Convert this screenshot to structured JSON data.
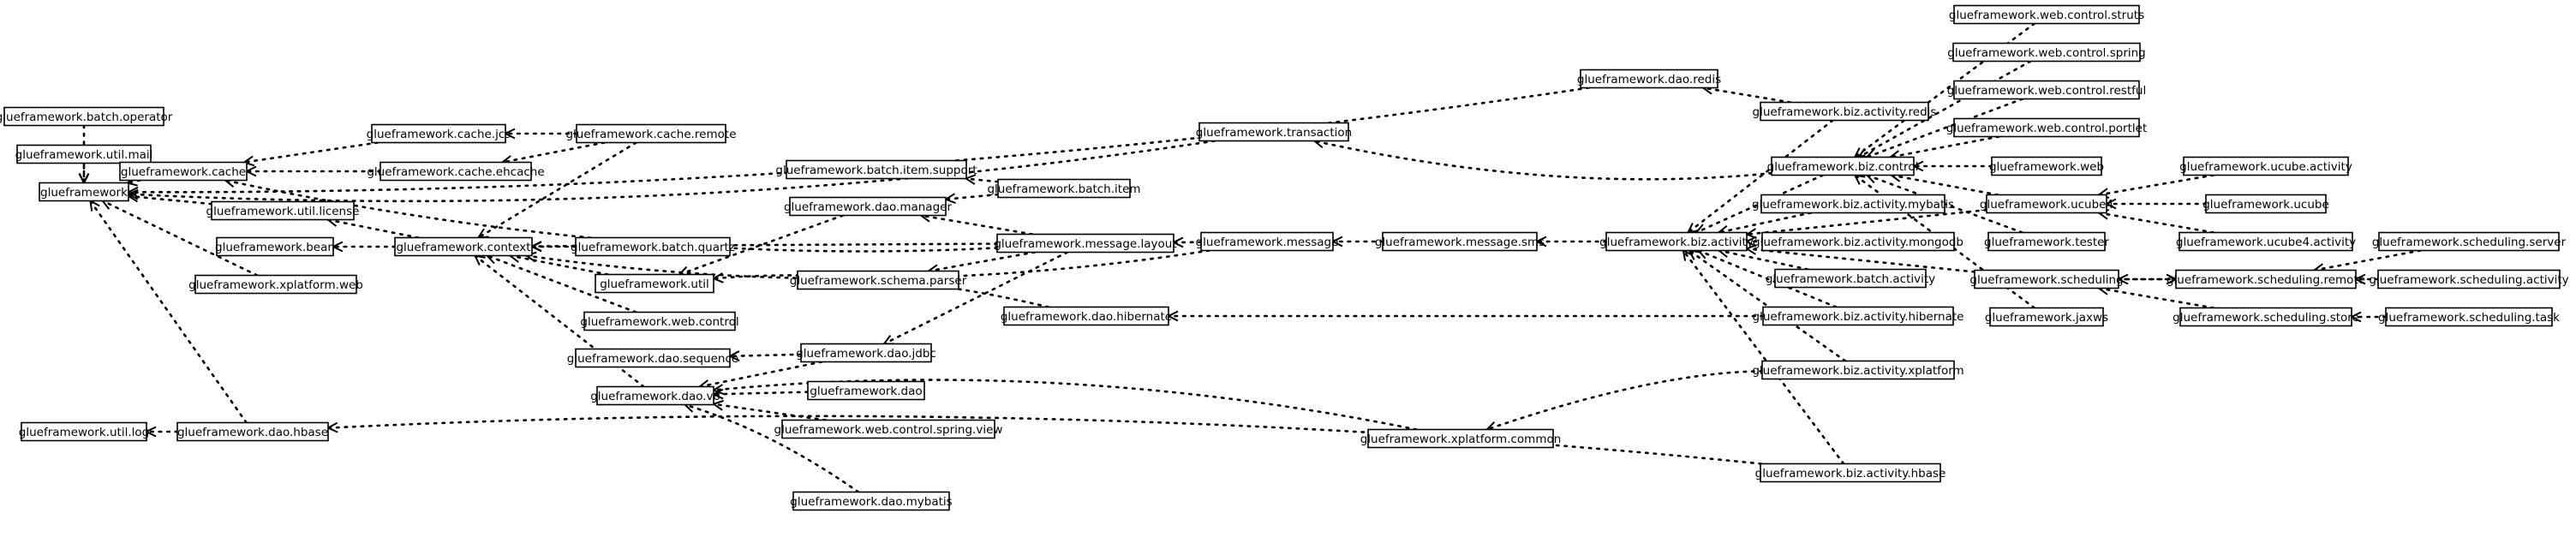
{
  "diagram": {
    "nodes": [
      {
        "id": "framework",
        "label": "glueframework"
      },
      {
        "id": "batch_operator",
        "label": "glueframework.batch.operator"
      },
      {
        "id": "util_mail",
        "label": "glueframework.util.mail"
      },
      {
        "id": "cache",
        "label": "glueframework.cache"
      },
      {
        "id": "util_license",
        "label": "glueframework.util.license"
      },
      {
        "id": "bean",
        "label": "glueframework.bean"
      },
      {
        "id": "xplatform_web",
        "label": "glueframework.xplatform.web"
      },
      {
        "id": "util_log",
        "label": "glueframework.util.log"
      },
      {
        "id": "dao_hbase",
        "label": "glueframework.dao.hbase"
      },
      {
        "id": "cache_jcs",
        "label": "glueframework.cache.jcs"
      },
      {
        "id": "cache_ehcache",
        "label": "glueframework.cache.ehcache"
      },
      {
        "id": "context",
        "label": "glueframework.context"
      },
      {
        "id": "cache_remote",
        "label": "glueframework.cache.remote"
      },
      {
        "id": "batch_quartz",
        "label": "glueframework.batch.quartz"
      },
      {
        "id": "util",
        "label": "glueframework.util"
      },
      {
        "id": "web_control",
        "label": "glueframework.web.control"
      },
      {
        "id": "dao_sequence",
        "label": "glueframework.dao.sequence"
      },
      {
        "id": "dao_vo",
        "label": "glueframework.dao.vo"
      },
      {
        "id": "batch_item_support",
        "label": "glueframework.batch.item.support"
      },
      {
        "id": "batch_item",
        "label": "glueframework.batch.item"
      },
      {
        "id": "dao_manager",
        "label": "glueframework.dao.manager"
      },
      {
        "id": "schema_parser",
        "label": "glueframework.schema.parser"
      },
      {
        "id": "dao_jdbc",
        "label": "glueframework.dao.jdbc"
      },
      {
        "id": "dao",
        "label": "glueframework.dao"
      },
      {
        "id": "web_control_spring_view",
        "label": "glueframework.web.control.spring.view"
      },
      {
        "id": "dao_mybatis",
        "label": "glueframework.dao.mybatis"
      },
      {
        "id": "message_layout",
        "label": "glueframework.message.layout"
      },
      {
        "id": "dao_hibernate",
        "label": "glueframework.dao.hibernate"
      },
      {
        "id": "transaction",
        "label": "glueframework.transaction"
      },
      {
        "id": "message",
        "label": "glueframework.message"
      },
      {
        "id": "message_sms",
        "label": "glueframework.message.sms"
      },
      {
        "id": "xplatform_common",
        "label": "glueframework.xplatform.common"
      },
      {
        "id": "dao_redis",
        "label": "glueframework.dao.redis"
      },
      {
        "id": "biz_activity",
        "label": "glueframework.biz.activity"
      },
      {
        "id": "biz_activity_redis",
        "label": "glueframework.biz.activity.redis"
      },
      {
        "id": "biz_control",
        "label": "glueframework.biz.control"
      },
      {
        "id": "biz_activity_mybatis",
        "label": "glueframework.biz.activity.mybatis"
      },
      {
        "id": "biz_activity_mongodb",
        "label": "glueframework.biz.activity.mongodb"
      },
      {
        "id": "batch_activity",
        "label": "glueframework.batch.activity"
      },
      {
        "id": "biz_activity_hibernate",
        "label": "glueframework.biz.activity.hibernate"
      },
      {
        "id": "biz_activity_xplatform",
        "label": "glueframework.biz.activity.xplatform"
      },
      {
        "id": "biz_activity_hbase",
        "label": "glueframework.biz.activity.hbase"
      },
      {
        "id": "web_control_struts",
        "label": "glueframework.web.control.struts"
      },
      {
        "id": "web_control_spring",
        "label": "glueframework.web.control.spring"
      },
      {
        "id": "web_control_restful",
        "label": "glueframework.web.control.restful"
      },
      {
        "id": "web_control_portlet",
        "label": "glueframework.web.control.portlet"
      },
      {
        "id": "web",
        "label": "glueframework.web"
      },
      {
        "id": "ucube4",
        "label": "glueframework.ucube4"
      },
      {
        "id": "tester",
        "label": "glueframework.tester"
      },
      {
        "id": "scheduling",
        "label": "glueframework.scheduling"
      },
      {
        "id": "jaxws",
        "label": "glueframework.jaxws"
      },
      {
        "id": "ucube_activity",
        "label": "glueframework.ucube.activity"
      },
      {
        "id": "ucube",
        "label": "glueframework.ucube"
      },
      {
        "id": "ucube4_activity",
        "label": "glueframework.ucube4.activity"
      },
      {
        "id": "scheduling_remote",
        "label": "glueframework.scheduling.remote"
      },
      {
        "id": "scheduling_store",
        "label": "glueframework.scheduling.store"
      },
      {
        "id": "scheduling_server",
        "label": "glueframework.scheduling.server"
      },
      {
        "id": "scheduling_activity",
        "label": "glueframework.scheduling.activity"
      },
      {
        "id": "scheduling_task",
        "label": "glueframework.scheduling.task"
      }
    ],
    "edges": [
      {
        "from": "util_mail",
        "to": "framework"
      },
      {
        "from": "batch_operator",
        "to": "framework"
      },
      {
        "from": "cache",
        "to": "framework"
      },
      {
        "from": "util_license",
        "to": "framework"
      },
      {
        "from": "xplatform_web",
        "to": "framework"
      },
      {
        "from": "dao_hbase",
        "to": "framework"
      },
      {
        "from": "dao_redis",
        "to": "framework"
      },
      {
        "from": "transaction",
        "to": "framework"
      },
      {
        "from": "dao_hbase",
        "to": "util_log"
      },
      {
        "from": "cache_jcs",
        "to": "cache"
      },
      {
        "from": "cache_ehcache",
        "to": "cache"
      },
      {
        "from": "message_layout",
        "to": "cache"
      },
      {
        "from": "cache_remote",
        "to": "cache_jcs"
      },
      {
        "from": "cache_remote",
        "to": "cache_ehcache"
      },
      {
        "from": "context",
        "to": "util_license"
      },
      {
        "from": "context",
        "to": "bean"
      },
      {
        "from": "batch_quartz",
        "to": "context"
      },
      {
        "from": "cache_remote",
        "to": "context"
      },
      {
        "from": "util",
        "to": "context"
      },
      {
        "from": "web_control",
        "to": "context"
      },
      {
        "from": "dao_vo",
        "to": "context"
      },
      {
        "from": "message",
        "to": "context"
      },
      {
        "from": "message_layout",
        "to": "context"
      },
      {
        "from": "dao_manager",
        "to": "util"
      },
      {
        "from": "dao_hibernate",
        "to": "util"
      },
      {
        "from": "batch_item",
        "to": "batch_item_support"
      },
      {
        "from": "batch_item",
        "to": "dao_manager"
      },
      {
        "from": "message_layout",
        "to": "dao_manager"
      },
      {
        "from": "message_layout",
        "to": "schema_parser"
      },
      {
        "from": "message_layout",
        "to": "dao_jdbc"
      },
      {
        "from": "dao_jdbc",
        "to": "dao_sequence"
      },
      {
        "from": "dao_jdbc",
        "to": "dao_vo"
      },
      {
        "from": "dao",
        "to": "dao_vo"
      },
      {
        "from": "web_control_spring_view",
        "to": "dao_vo"
      },
      {
        "from": "dao_mybatis",
        "to": "dao_vo"
      },
      {
        "from": "xplatform_common",
        "to": "dao_vo"
      },
      {
        "from": "message",
        "to": "message_layout"
      },
      {
        "from": "message_sms",
        "to": "message"
      },
      {
        "from": "biz_activity",
        "to": "message_sms"
      },
      {
        "from": "biz_control",
        "to": "transaction"
      },
      {
        "from": "biz_activity_hibernate",
        "to": "dao_hibernate"
      },
      {
        "from": "biz_activity_xplatform",
        "to": "xplatform_common"
      },
      {
        "from": "biz_activity_hbase",
        "to": "dao_hbase"
      },
      {
        "from": "biz_activity_redis",
        "to": "dao_redis"
      },
      {
        "from": "biz_activity_redis",
        "to": "biz_activity"
      },
      {
        "from": "biz_control",
        "to": "biz_activity"
      },
      {
        "from": "biz_activity_mybatis",
        "to": "biz_activity"
      },
      {
        "from": "biz_activity_mongodb",
        "to": "biz_activity"
      },
      {
        "from": "batch_activity",
        "to": "biz_activity"
      },
      {
        "from": "biz_activity_hibernate",
        "to": "biz_activity"
      },
      {
        "from": "biz_activity_xplatform",
        "to": "biz_activity"
      },
      {
        "from": "biz_activity_hbase",
        "to": "biz_activity"
      },
      {
        "from": "ucube4",
        "to": "biz_activity"
      },
      {
        "from": "scheduling",
        "to": "biz_activity"
      },
      {
        "from": "web_control_struts",
        "to": "biz_control"
      },
      {
        "from": "web_control_spring",
        "to": "biz_control"
      },
      {
        "from": "web_control_restful",
        "to": "biz_control"
      },
      {
        "from": "web_control_portlet",
        "to": "biz_control"
      },
      {
        "from": "web",
        "to": "biz_control"
      },
      {
        "from": "ucube4",
        "to": "biz_control"
      },
      {
        "from": "tester",
        "to": "biz_control"
      },
      {
        "from": "jaxws",
        "to": "biz_control"
      },
      {
        "from": "ucube_activity",
        "to": "ucube4"
      },
      {
        "from": "ucube",
        "to": "ucube4"
      },
      {
        "from": "ucube4_activity",
        "to": "ucube4"
      },
      {
        "from": "scheduling_remote",
        "to": "scheduling"
      },
      {
        "from": "scheduling_store",
        "to": "scheduling"
      },
      {
        "from": "scheduling",
        "to": "scheduling_remote"
      },
      {
        "from": "scheduling_server",
        "to": "scheduling_remote"
      },
      {
        "from": "scheduling_activity",
        "to": "scheduling_remote"
      },
      {
        "from": "scheduling_task",
        "to": "scheduling_store"
      }
    ]
  }
}
